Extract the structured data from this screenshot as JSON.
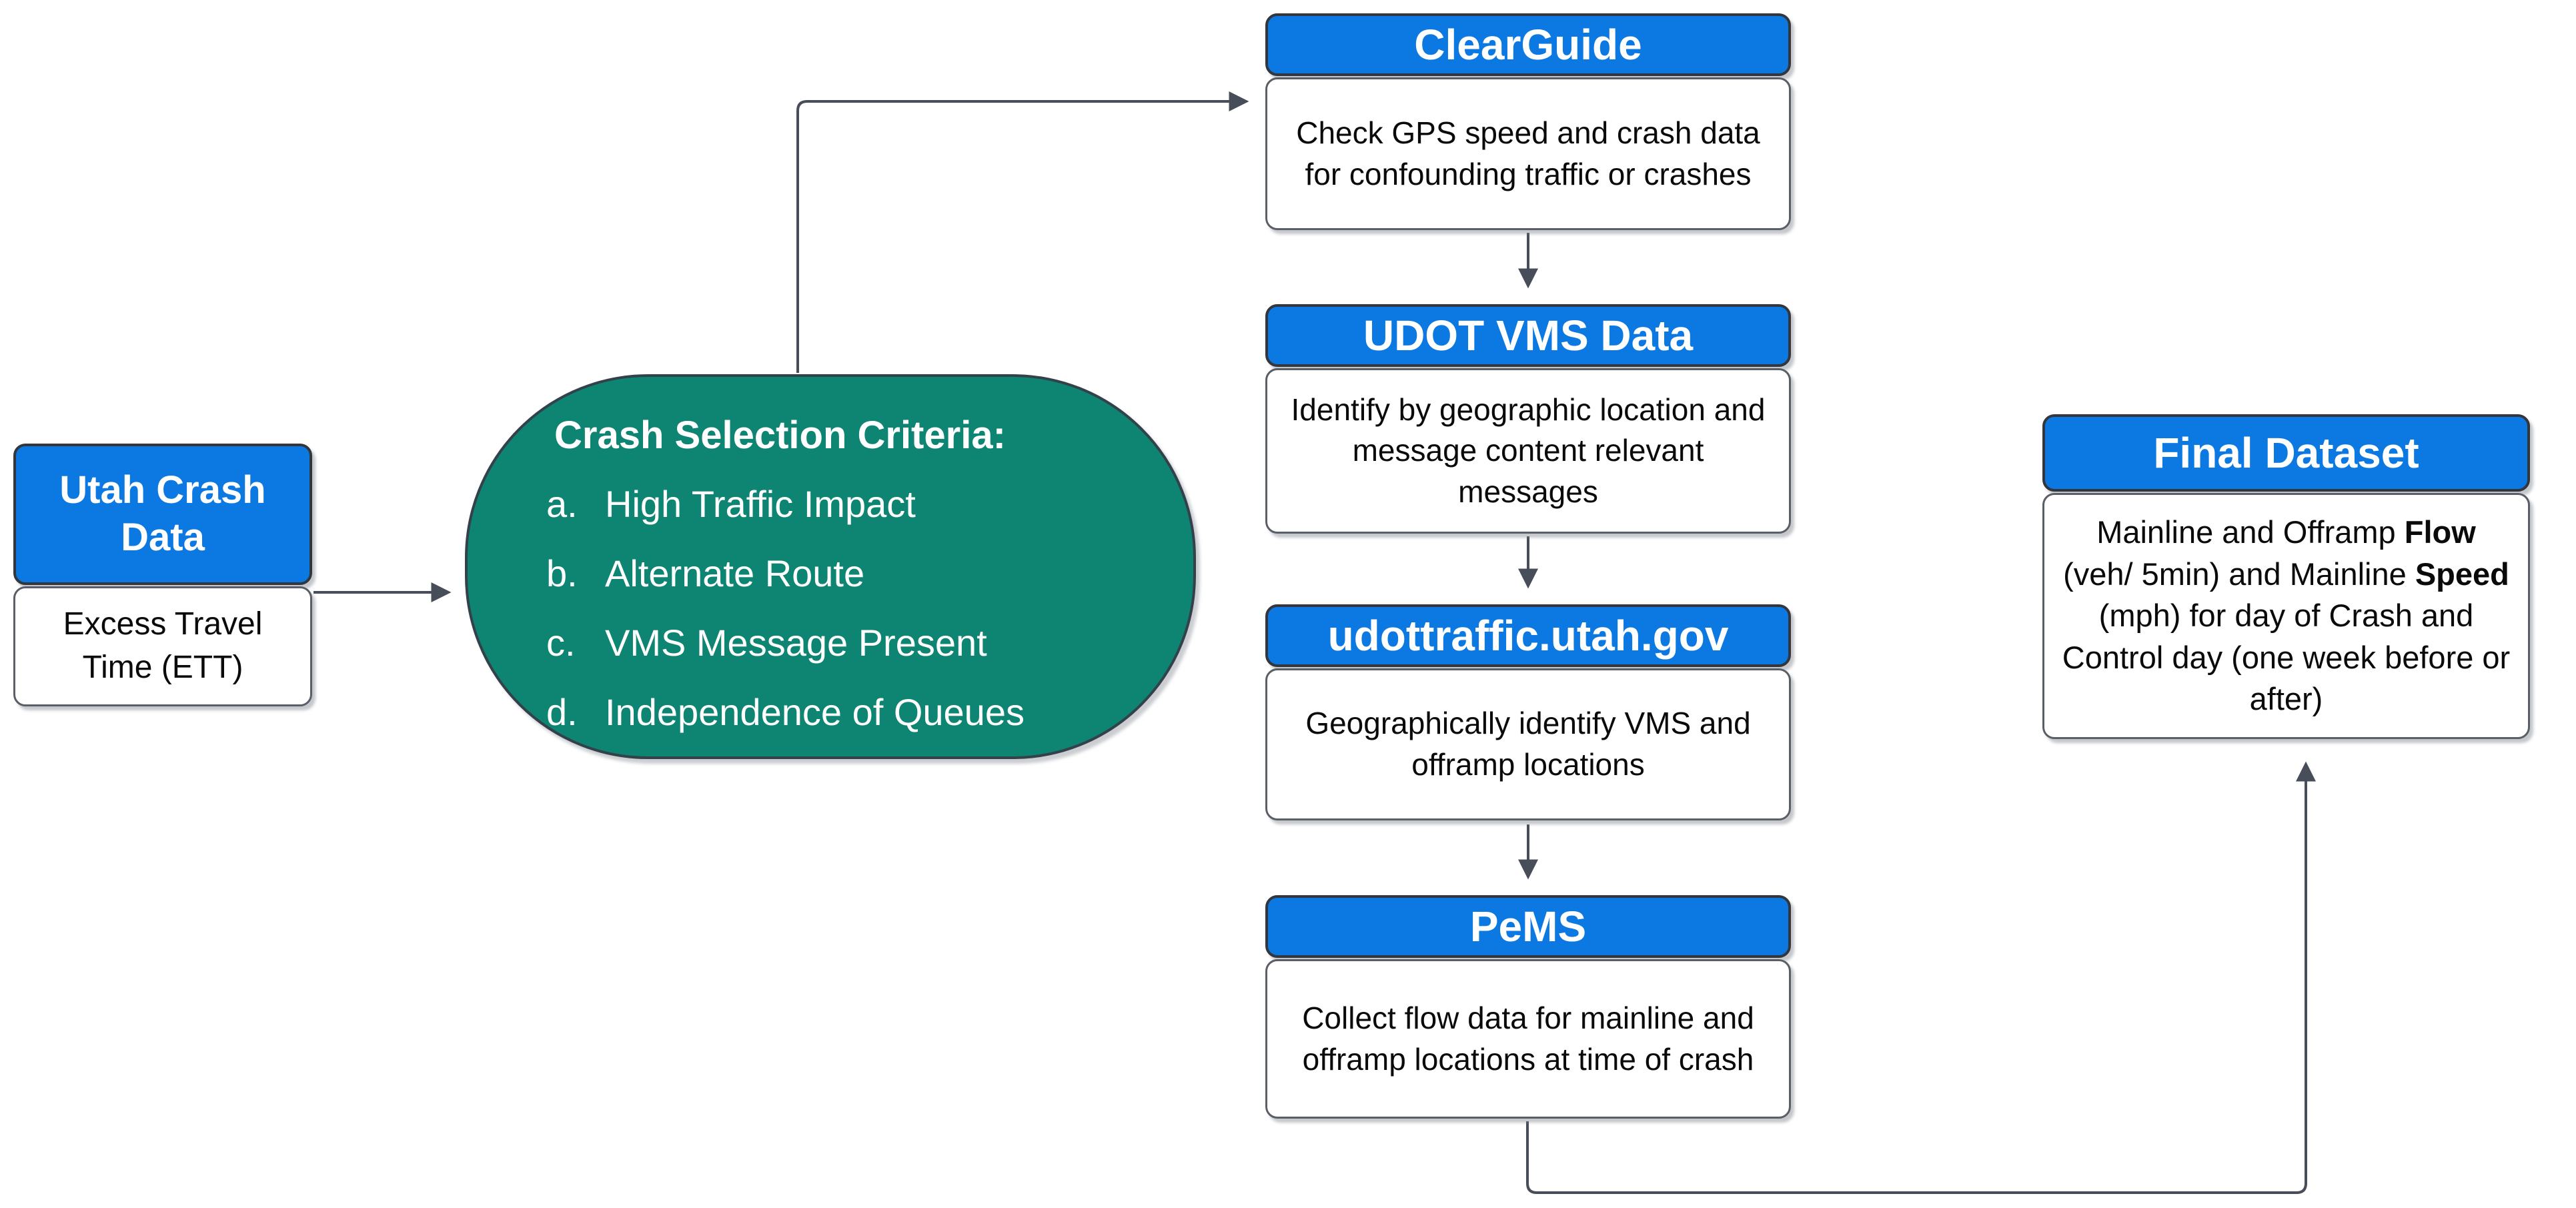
{
  "diagram": {
    "left_box": {
      "title": "Utah Crash Data",
      "body": "Excess Travel Time (ETT)"
    },
    "criteria": {
      "title": "Crash Selection Criteria:",
      "items": [
        {
          "marker": "a.",
          "label": "High Traffic Impact"
        },
        {
          "marker": "b.",
          "label": "Alternate Route"
        },
        {
          "marker": "c.",
          "label": "VMS Message Present"
        },
        {
          "marker": "d.",
          "label": "Independence of Queues"
        }
      ]
    },
    "pipeline": [
      {
        "title": "ClearGuide",
        "body": "Check GPS speed and crash data for confounding traffic or crashes"
      },
      {
        "title": "UDOT VMS Data",
        "body": "Identify by geographic location and message content relevant messages"
      },
      {
        "title": "udottraffic.utah.gov",
        "body": "Geographically identify VMS and offramp locations"
      },
      {
        "title": "PeMS",
        "body": "Collect flow data for mainline and offramp locations at time of crash"
      }
    ],
    "final_box": {
      "title": "Final Dataset",
      "body_segments": [
        {
          "text": "Mainline and Offramp ",
          "bold": false
        },
        {
          "text": "Flow",
          "bold": true
        },
        {
          "text": " (veh/ 5min) and Mainline ",
          "bold": false
        },
        {
          "text": "Speed",
          "bold": true
        },
        {
          "text": " (mph) for day of Crash and Control day (one week before or after)",
          "bold": false
        }
      ]
    },
    "colors": {
      "header_blue": "#0c79e2",
      "criteria_green": "#0e8572",
      "connector": "#474e59",
      "border": "#33373d"
    }
  }
}
